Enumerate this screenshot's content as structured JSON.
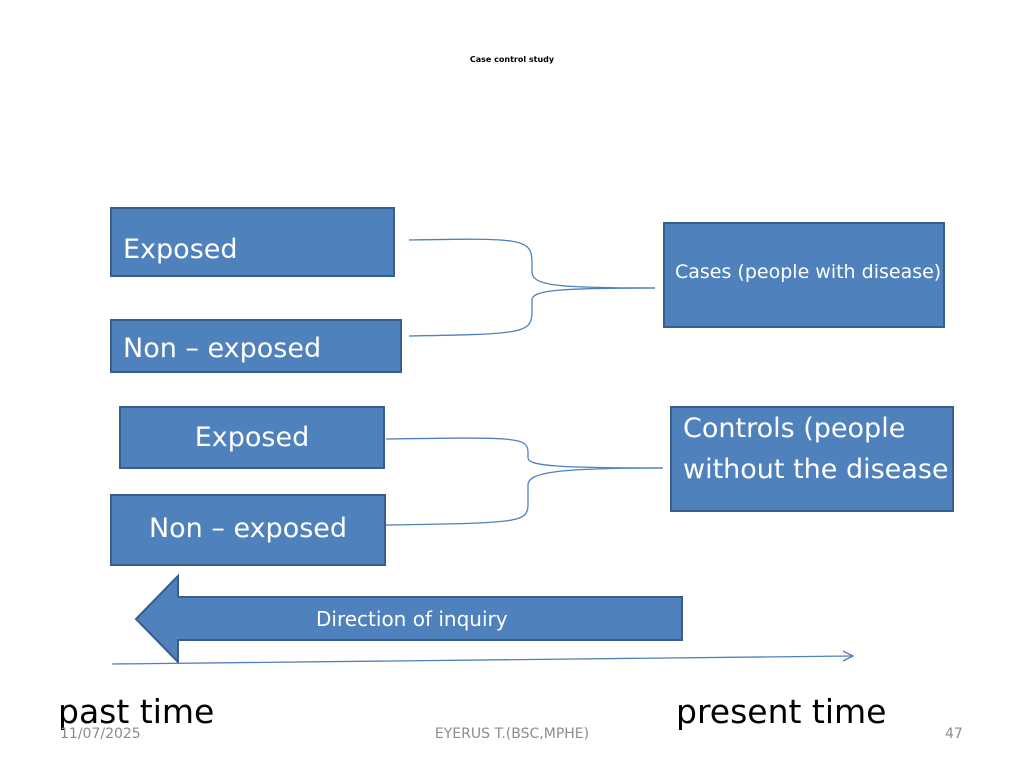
{
  "slide": {
    "title": "Case control study"
  },
  "diagram": {
    "exposed_top": "Exposed",
    "non_exposed_top": "Non – exposed",
    "exposed_bottom": "Exposed",
    "non_exposed_bottom": "Non – exposed",
    "cases": "Cases (people with disease)",
    "controls": "Controls (people without the disease",
    "direction_label": "Direction of inquiry",
    "past_label": "past time",
    "present_label": "present time",
    "colors": {
      "box_fill": "#4f81bd",
      "box_border": "#385d8a",
      "connector": "#4f81bd"
    }
  },
  "footer": {
    "date": "11/07/2025",
    "author": "EYERUS T.(BSC,MPHE)",
    "page": "47"
  }
}
